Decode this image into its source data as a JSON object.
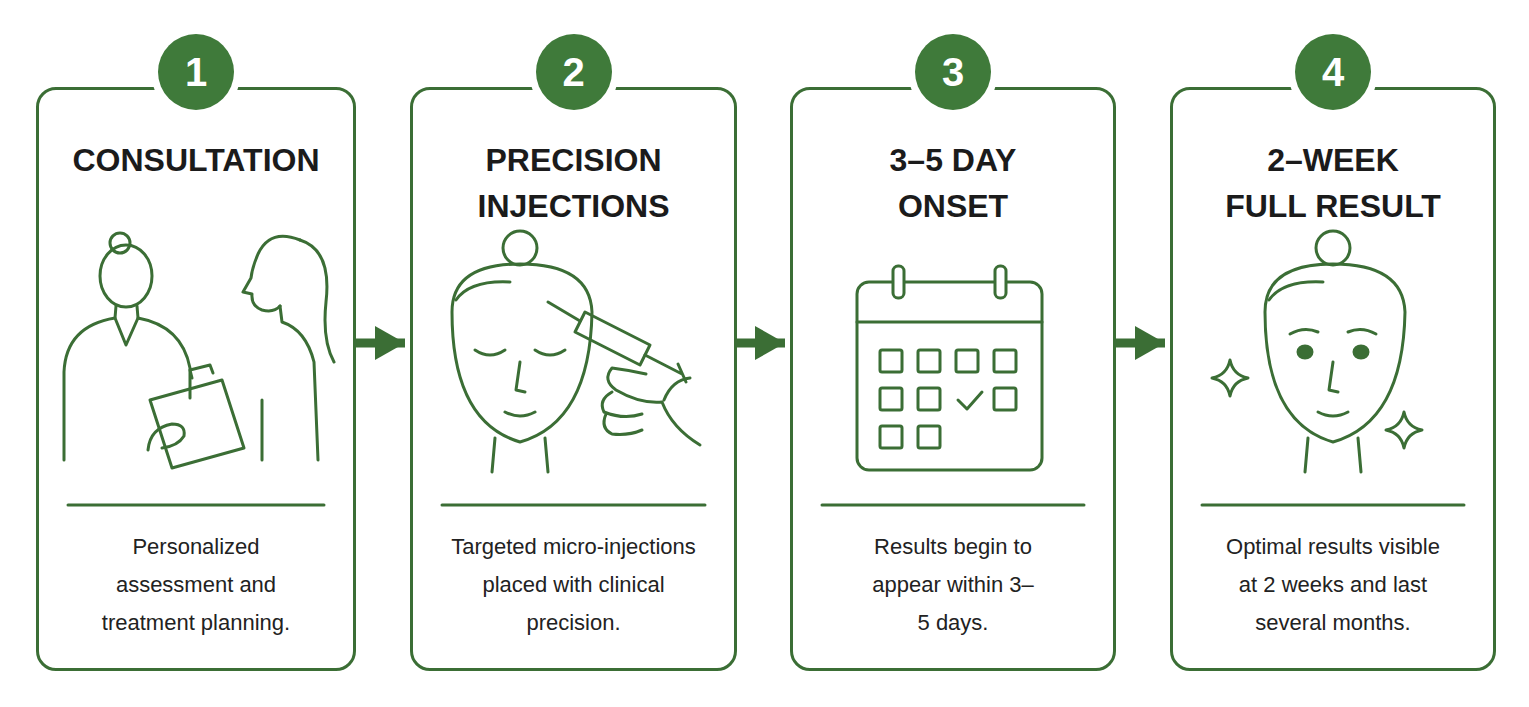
{
  "diagram": {
    "nodes": [
      {
        "text": [
          "CONSULTATION",
          "Personalized assessment and treatment planning."
        ]
      },
      {
        "text": [
          "1"
        ],
        "in": 0
      },
      {
        "text": [
          "PRECISION INJECTIONS",
          "Targeted micro-injections placed with clinical precision."
        ]
      },
      {
        "text": [
          "2"
        ],
        "in": 2
      },
      {
        "text": [
          "3–5 DAY ONSET",
          "Results begin to appear within 3–5 days."
        ]
      },
      {
        "text": [
          "3"
        ],
        "in": 4
      },
      {
        "text": [
          "2–WEEK FULL RESULT",
          "Optimal results visible at 2 weeks and last several months."
        ]
      },
      {
        "text": [
          "4"
        ],
        "in": 6
      }
    ],
    "edges": [
      {
        "from": 0,
        "to": 2,
        "arrow": "to"
      },
      {
        "from": 2,
        "to": 4,
        "arrow": "to"
      },
      {
        "from": 4,
        "to": 6,
        "arrow": "to"
      }
    ]
  }
}
